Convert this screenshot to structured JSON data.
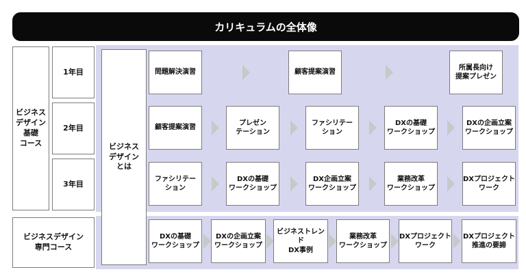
{
  "title": "カリキュラムの全体像",
  "labels": {
    "basic_course": "ビジネス\nデザイン\n基礎\nコース",
    "specialist_course": "ビジネスデザイン\n専門コース",
    "year1": "1年目",
    "year2": "2年目",
    "year3": "3年目",
    "what_is": "ビジネス\nデザイン\nとは"
  },
  "rows": {
    "year1": [
      "問題解決演習",
      "顧客提案演習",
      "所属長向け\n提案プレゼン"
    ],
    "year2": [
      "顧客提案演習",
      "プレゼン\nテーション",
      "ファシリテー\nション",
      "DXの基礎\nワークショップ",
      "DXの企画立案\nワークショップ"
    ],
    "year3": [
      "ファシリテー\nション",
      "DXの基礎\nワークショップ",
      "DX企画立案\nワークショップ",
      "業務改革\nワークショップ",
      "DXプロジェクト\nワーク"
    ],
    "specialist": [
      "DXの基礎\nワークショップ",
      "DXの企画立案\nワークショップ",
      "ビジネストレンド\nDX事例",
      "業務改革\nワークショップ",
      "DXプロジェクト\nワーク",
      "DXプロジェクト\n推進の要諦"
    ]
  },
  "colors": {
    "header_bg": "#0a0a0a",
    "band": "#d6d6ef",
    "arrow": "#c8c8c8"
  }
}
